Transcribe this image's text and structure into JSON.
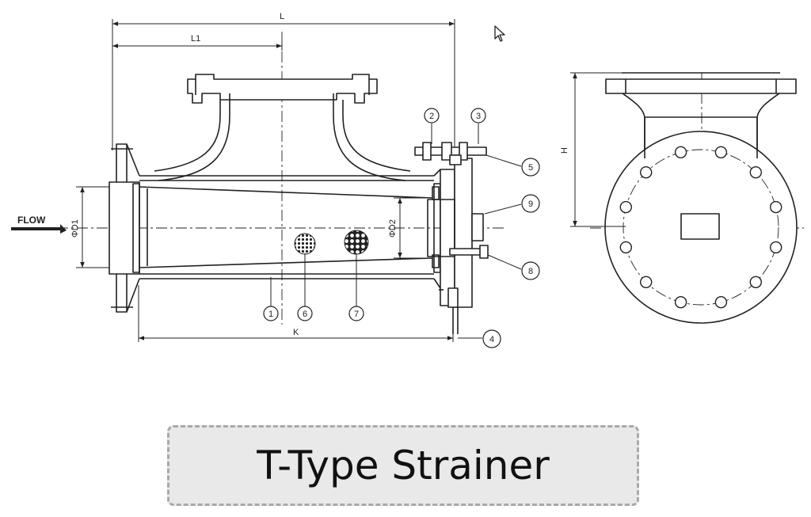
{
  "title": "T-Type Strainer",
  "flow_label": "FLOW",
  "dimensions": {
    "L": "L",
    "L1": "L1",
    "K": "K",
    "H": "H",
    "D1": "ΦD1",
    "D2": "ΦD2"
  },
  "callouts": [
    "1",
    "2",
    "3",
    "4",
    "5",
    "6",
    "7",
    "8",
    "9"
  ],
  "icons": {
    "cursor": "mouse-pointer-icon",
    "flow": "flow-arrow-icon"
  }
}
